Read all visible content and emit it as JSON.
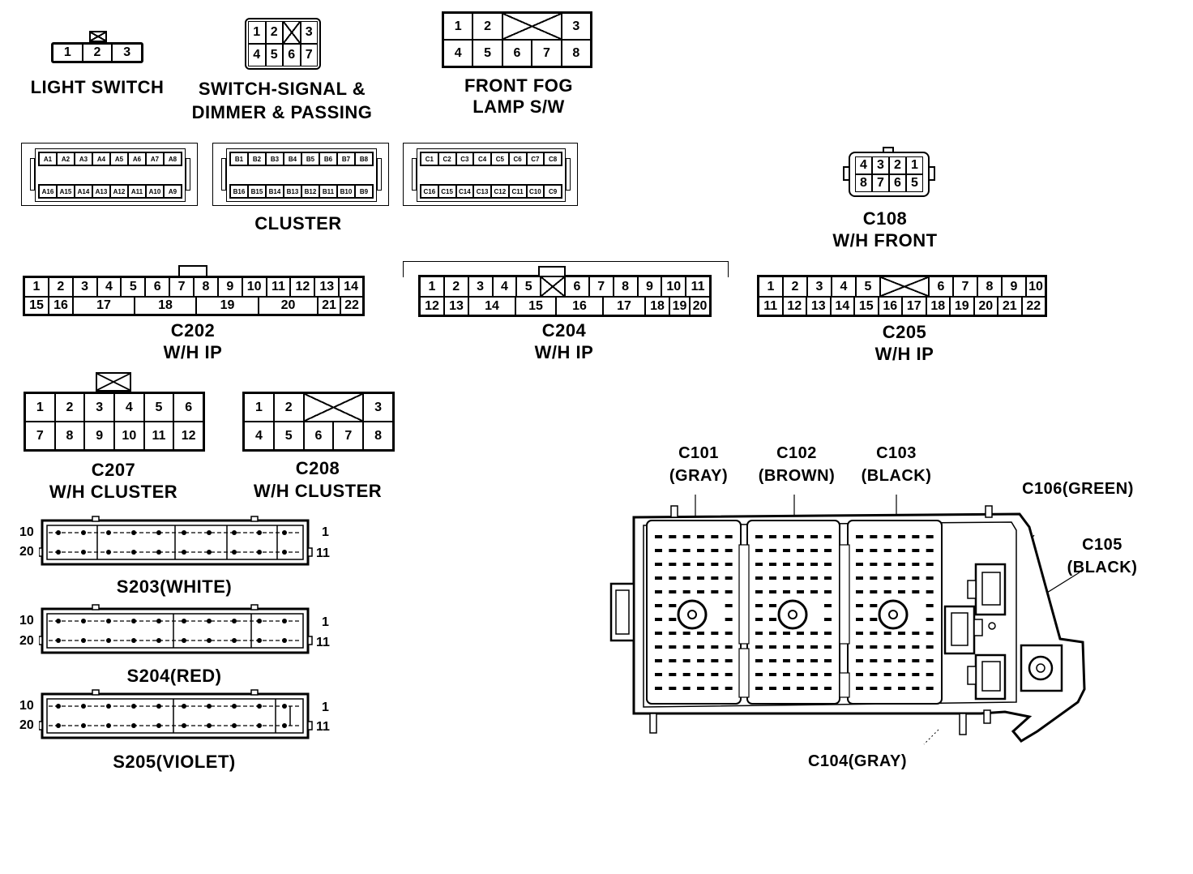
{
  "connectors": {
    "light_switch": {
      "label": "LIGHT SWITCH",
      "pins": [
        "1",
        "2",
        "3"
      ]
    },
    "switch_signal": {
      "label_line1": "SWITCH-SIGNAL &",
      "label_line2": "DIMMER & PASSING",
      "row1": [
        "1",
        "2",
        "",
        "3"
      ],
      "row2": [
        "4",
        "5",
        "6",
        "7"
      ]
    },
    "front_fog": {
      "label_line1": "FRONT FOG",
      "label_line2": "LAMP S/W",
      "row1": [
        "1",
        "2",
        "",
        "3"
      ],
      "row2": [
        "4",
        "5",
        "6",
        "7",
        "8"
      ]
    },
    "cluster": {
      "label": "CLUSTER",
      "a_top": [
        "A1",
        "A2",
        "A3",
        "A4",
        "A5",
        "A6",
        "A7",
        "A8"
      ],
      "a_bot": [
        "A16",
        "A15",
        "A14",
        "A13",
        "A12",
        "A11",
        "A10",
        "A9"
      ],
      "b_top": [
        "B1",
        "B2",
        "B3",
        "B4",
        "B5",
        "B6",
        "B7",
        "B8"
      ],
      "b_bot": [
        "B16",
        "B15",
        "B14",
        "B13",
        "B12",
        "B11",
        "B10",
        "B9"
      ],
      "c_top": [
        "C1",
        "C2",
        "C3",
        "C4",
        "C5",
        "C6",
        "C7",
        "C8"
      ],
      "c_bot": [
        "C16",
        "C15",
        "C14",
        "C13",
        "C12",
        "C11",
        "C10",
        "C9"
      ]
    },
    "c108": {
      "label_line1": "C108",
      "label_line2": "W/H FRONT",
      "row1": [
        "4",
        "3",
        "2",
        "1"
      ],
      "row2": [
        "8",
        "7",
        "6",
        "5"
      ]
    },
    "c202": {
      "label_line1": "C202",
      "label_line2": "W/H IP",
      "row1": [
        "1",
        "2",
        "3",
        "4",
        "5",
        "6",
        "7",
        "8",
        "9",
        "10",
        "11",
        "12",
        "13",
        "14"
      ],
      "row2": [
        "15",
        "16",
        "17",
        "18",
        "19",
        "20",
        "21",
        "22"
      ]
    },
    "c204": {
      "label_line1": "C204",
      "label_line2": "W/H IP",
      "row1": [
        "1",
        "2",
        "3",
        "4",
        "5",
        "",
        "6",
        "7",
        "8",
        "9",
        "10",
        "11"
      ],
      "row2": [
        "12",
        "13",
        "14",
        "15",
        "16",
        "17",
        "18",
        "19",
        "20"
      ]
    },
    "c205": {
      "label_line1": "C205",
      "label_line2": "W/H IP",
      "row1": [
        "1",
        "2",
        "3",
        "4",
        "5",
        "",
        "6",
        "7",
        "8",
        "9",
        "10"
      ],
      "row2": [
        "11",
        "12",
        "13",
        "14",
        "15",
        "16",
        "17",
        "18",
        "19",
        "20",
        "21",
        "22"
      ]
    },
    "c207": {
      "label_line1": "C207",
      "label_line2": "W/H CLUSTER",
      "row1": [
        "1",
        "2",
        "3",
        "4",
        "5",
        "6"
      ],
      "row2": [
        "7",
        "8",
        "9",
        "10",
        "11",
        "12"
      ]
    },
    "c208": {
      "label_line1": "C208",
      "label_line2": "W/H CLUSTER",
      "row1": [
        "1",
        "2",
        "",
        "3"
      ],
      "row2": [
        "4",
        "5",
        "6",
        "7",
        "8"
      ]
    }
  },
  "splices": [
    {
      "label": "S203(WHITE)",
      "left_top": "10",
      "left_bot": "20",
      "right_top": "1",
      "right_bot": "11"
    },
    {
      "label": "S204(RED)",
      "left_top": "10",
      "left_bot": "20",
      "right_top": "1",
      "right_bot": "11"
    },
    {
      "label": "S205(VIOLET)",
      "left_top": "10",
      "left_bot": "20",
      "right_top": "1",
      "right_bot": "11"
    }
  ],
  "junction_block": {
    "c101": {
      "line1": "C101",
      "line2": "(GRAY)"
    },
    "c102": {
      "line1": "C102",
      "line2": "(BROWN)"
    },
    "c103": {
      "line1": "C103",
      "line2": "(BLACK)"
    },
    "c106": "C106(GREEN)",
    "c105": {
      "line1": "C105",
      "line2": "(BLACK)"
    },
    "c104": "C104(GRAY)"
  }
}
